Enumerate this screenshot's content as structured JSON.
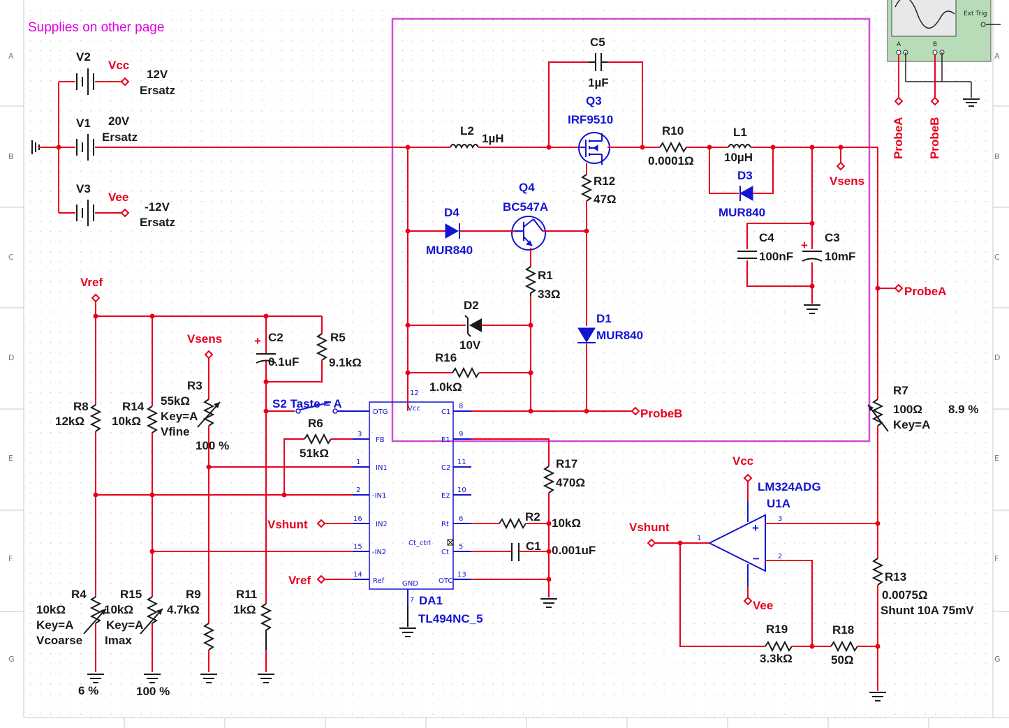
{
  "note": "Supplies on other page",
  "sources": {
    "v2": {
      "ref": "V2",
      "value": "12V",
      "model": "Ersatz",
      "net": "Vcc"
    },
    "v1": {
      "ref": "V1",
      "value": "20V",
      "model": "Ersatz"
    },
    "v3": {
      "ref": "V3",
      "value": "-12V",
      "model": "Ersatz",
      "net": "Vee"
    }
  },
  "parts": {
    "c5": {
      "ref": "C5",
      "value": "1µF"
    },
    "q3": {
      "ref": "Q3",
      "model": "IRF9510"
    },
    "l2": {
      "ref": "L2",
      "value": "1µH"
    },
    "r10": {
      "ref": "R10",
      "value": "0.0001Ω"
    },
    "l1": {
      "ref": "L1",
      "value": "10µH"
    },
    "d3": {
      "ref": "D3",
      "model": "MUR840"
    },
    "q4": {
      "ref": "Q4",
      "model": "BC547A"
    },
    "d4": {
      "ref": "D4",
      "model": "MUR840"
    },
    "r12": {
      "ref": "R12",
      "value": "47Ω"
    },
    "c4": {
      "ref": "C4",
      "value": "100nF"
    },
    "c3": {
      "ref": "C3",
      "value": "10mF"
    },
    "r1": {
      "ref": "R1",
      "value": "33Ω"
    },
    "d2": {
      "ref": "D2",
      "value": "10V"
    },
    "d1": {
      "ref": "D1",
      "model": "MUR840"
    },
    "r16": {
      "ref": "R16",
      "value": "1.0kΩ"
    },
    "c2": {
      "ref": "C2",
      "value": "0.1uF"
    },
    "r5": {
      "ref": "R5",
      "value": "9.1kΩ"
    },
    "r3": {
      "ref": "R3",
      "value": "55kΩ",
      "key": "Key=A",
      "name": "Vfine",
      "setting": "100 %"
    },
    "r8": {
      "ref": "R8",
      "value": "12kΩ"
    },
    "r14": {
      "ref": "R14",
      "value": "10kΩ"
    },
    "s2": {
      "label": "S2 Taste = A"
    },
    "r6": {
      "ref": "R6",
      "value": "51kΩ"
    },
    "r17": {
      "ref": "R17",
      "value": "470Ω"
    },
    "r2": {
      "ref": "R2",
      "value": "10kΩ"
    },
    "c1": {
      "ref": "C1",
      "value": "0.001uF"
    },
    "da1": {
      "ref": "DA1",
      "model": "TL494NC_5"
    },
    "r7": {
      "ref": "R7",
      "value": "100Ω",
      "key": "Key=A",
      "setting": "8.9 %"
    },
    "u1a": {
      "model": "LM324ADG",
      "ref": "U1A"
    },
    "r13": {
      "ref": "R13",
      "value": "0.0075Ω",
      "note": "Shunt 10A 75mV"
    },
    "r19": {
      "ref": "R19",
      "value": "3.3kΩ"
    },
    "r18": {
      "ref": "R18",
      "value": "50Ω"
    },
    "r4": {
      "ref": "R4",
      "value": "10kΩ",
      "key": "Key=A",
      "name": "Vcoarse",
      "setting": "6 %"
    },
    "r15": {
      "ref": "R15",
      "value": "10kΩ",
      "key": "Key=A",
      "name": "Imax",
      "setting": "100 %"
    },
    "r9": {
      "ref": "R9",
      "value": "4.7kΩ"
    },
    "r11": {
      "ref": "R11",
      "value": "1kΩ"
    }
  },
  "nets": {
    "vref": "Vref",
    "vsens": "Vsens",
    "vshunt": "Vshunt",
    "probea": "ProbeA",
    "probeb": "ProbeB",
    "vcc": "Vcc",
    "vee": "Vee"
  },
  "ic_pins": {
    "dtg": "DTG",
    "vcc": "Vcc",
    "c1": "C1",
    "fb": "FB",
    "e1": "E1",
    "in1": "IN1",
    "c2": "C2",
    "nin1": "-IN1",
    "e2": "E2",
    "in2": "IN2",
    "rt": "Rt",
    "ctctrl": "Ct_ctrl",
    "nin2": "-IN2",
    "ct": "Ct",
    "ref": "Ref",
    "gnd": "GND",
    "otc": "OTC"
  },
  "scope": {
    "ext_trig": "Ext Trig",
    "a": "A",
    "b": "B"
  },
  "border": {
    "rows": [
      "A",
      "B",
      "C",
      "D",
      "E",
      "F",
      "G"
    ]
  }
}
